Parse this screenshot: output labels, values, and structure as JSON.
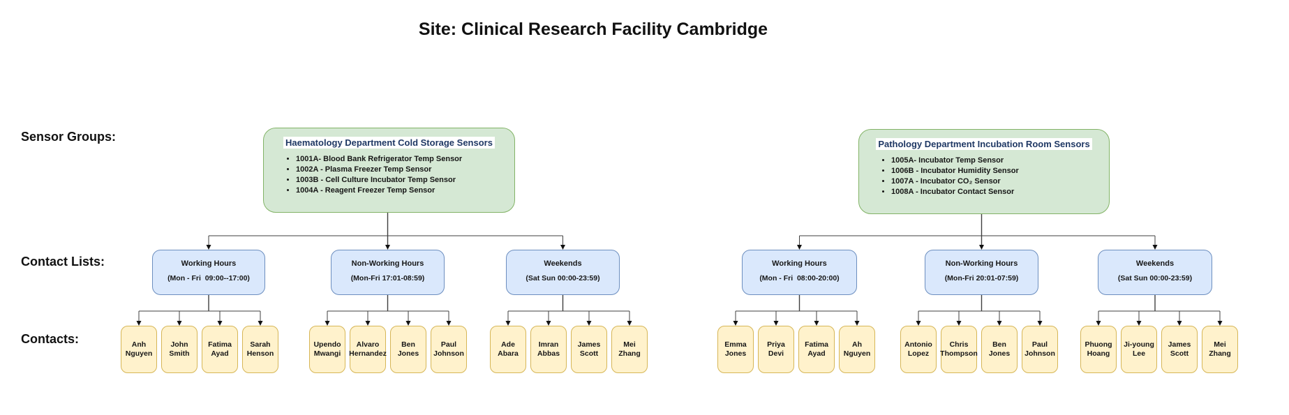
{
  "title": "Site: Clinical Research Facility Cambridge",
  "row_labels": {
    "sensor_groups": "Sensor Groups:",
    "contact_lists": "Contact Lists:",
    "contacts": "Contacts:"
  },
  "colors": {
    "sensor_group_fill": "#d5e8d4",
    "sensor_group_border": "#82b366",
    "sensor_group_title_text": "#1f3864",
    "contact_list_fill": "#dae8fc",
    "contact_list_border": "#6c8ebf",
    "contact_fill": "#fff2cc",
    "contact_border": "#d6b656",
    "connector_line": "#3f3f3f"
  },
  "groups": [
    {
      "title": "Haematology Department Cold Storage Sensors",
      "sensors": [
        "1001A- Blood Bank Refrigerator Temp Sensor",
        "1002A - Plasma Freezer Temp Sensor",
        "1003B - Cell Culture Incubator Temp Sensor",
        "1004A - Reagent Freezer Temp Sensor"
      ],
      "contact_lists": [
        {
          "name": "Working Hours",
          "schedule": "(Mon - Fri  09:00--17:00)",
          "contacts": [
            "Anh Nguyen",
            "John Smith",
            "Fatima Ayad",
            "Sarah Henson"
          ]
        },
        {
          "name": "Non-Working Hours",
          "schedule": "(Mon-Fri 17:01-08:59)",
          "contacts": [
            "Upendo Mwangi",
            "Alvaro Hernandez",
            "Ben Jones",
            "Paul Johnson"
          ]
        },
        {
          "name": "Weekends",
          "schedule": "(Sat Sun 00:00-23:59)",
          "contacts": [
            "Ade Abara",
            "Imran Abbas",
            "James Scott",
            "Mei Zhang"
          ]
        }
      ]
    },
    {
      "title": "Pathology Department Incubation Room Sensors",
      "sensors": [
        "1005A- Incubator Temp Sensor",
        "1006B - Incubator Humidity Sensor",
        "1007A - Incubator CO₂ Sensor",
        "1008A - Incubator Contact Sensor"
      ],
      "contact_lists": [
        {
          "name": "Working Hours",
          "schedule": "(Mon - Fri  08:00-20:00)",
          "contacts": [
            "Emma Jones",
            "Priya Devi",
            "Fatima Ayad",
            "Ah Nguyen"
          ]
        },
        {
          "name": "Non-Working Hours",
          "schedule": "(Mon-Fri 20:01-07:59)",
          "contacts": [
            "Antonio Lopez",
            "Chris Thompson",
            "Ben Jones",
            "Paul Johnson"
          ]
        },
        {
          "name": "Weekends",
          "schedule": "(Sat Sun 00:00-23:59)",
          "contacts": [
            "Phuong Hoang",
            "Ji-young Lee",
            "James Scott",
            "Mei Zhang"
          ]
        }
      ]
    }
  ]
}
